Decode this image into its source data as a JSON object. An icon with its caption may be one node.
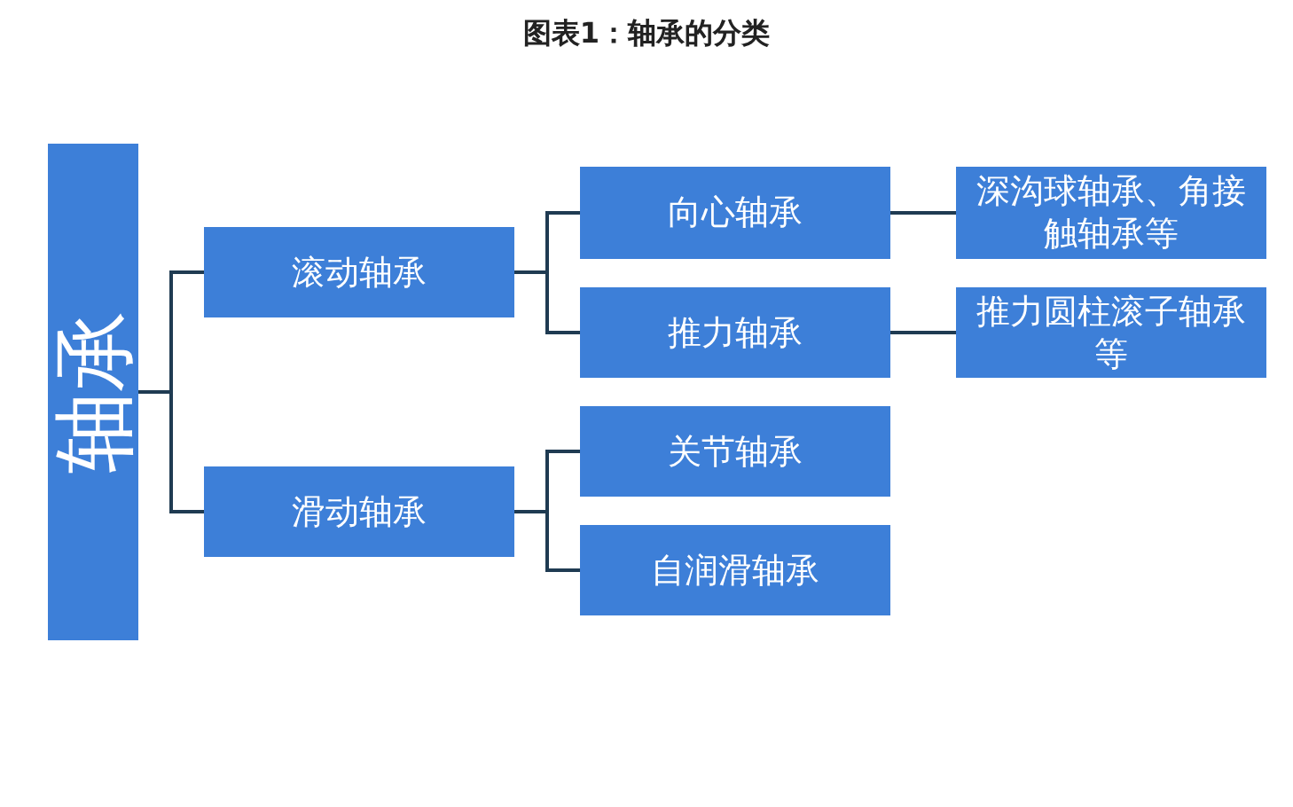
{
  "diagram": {
    "title": "图表1：轴承的分类",
    "nodes": [
      {
        "text": [
          "轴承"
        ]
      },
      {
        "text": [
          "滚动轴承"
        ]
      },
      {
        "text": [
          "滑动轴承"
        ]
      },
      {
        "text": [
          "向心轴承"
        ]
      },
      {
        "text": [
          "推力轴承"
        ]
      },
      {
        "text": [
          "关节轴承"
        ]
      },
      {
        "text": [
          "自润滑轴承"
        ]
      },
      {
        "text": [
          "深沟球轴承、角接触轴承等"
        ]
      },
      {
        "text": [
          "推力圆柱滚子轴承等"
        ]
      }
    ],
    "edges": [
      {
        "from": 0,
        "to": 1,
        "arrow": "none"
      },
      {
        "from": 0,
        "to": 2,
        "arrow": "none"
      },
      {
        "from": 1,
        "to": 3,
        "arrow": "none"
      },
      {
        "from": 1,
        "to": 4,
        "arrow": "none"
      },
      {
        "from": 2,
        "to": 5,
        "arrow": "none"
      },
      {
        "from": 2,
        "to": 6,
        "arrow": "none"
      },
      {
        "from": 3,
        "to": 7,
        "arrow": "none"
      },
      {
        "from": 4,
        "to": 8,
        "arrow": "none"
      }
    ]
  }
}
